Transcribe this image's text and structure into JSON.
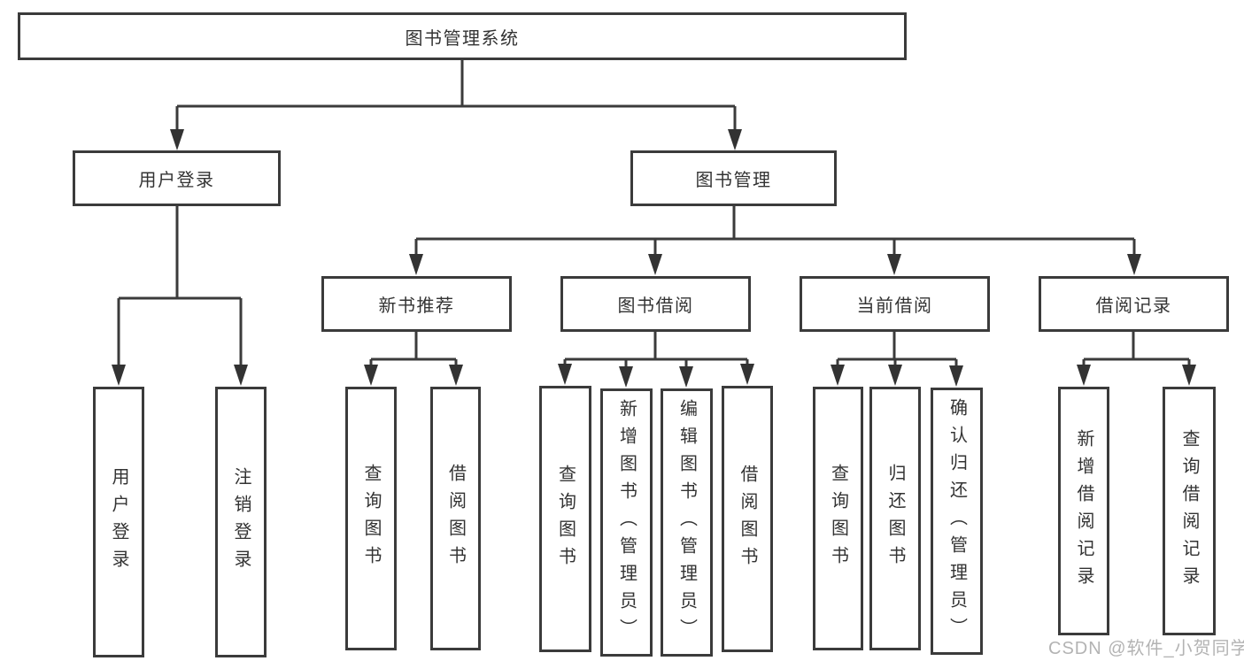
{
  "diagram": {
    "root": {
      "label": "图书管理系统"
    },
    "level2": [
      {
        "label": "用户登录"
      },
      {
        "label": "图书管理"
      }
    ],
    "level3": [
      {
        "label": "新书推荐",
        "parent": "图书管理"
      },
      {
        "label": "图书借阅",
        "parent": "图书管理"
      },
      {
        "label": "当前借阅",
        "parent": "图书管理"
      },
      {
        "label": "借阅记录",
        "parent": "图书管理"
      }
    ],
    "leaves": [
      {
        "label": "用户登录",
        "parent": "用户登录"
      },
      {
        "label": "注销登录",
        "parent": "用户登录"
      },
      {
        "label": "查询图书",
        "parent": "新书推荐"
      },
      {
        "label": "借阅图书",
        "parent": "新书推荐"
      },
      {
        "label": "查询图书",
        "parent": "图书借阅"
      },
      {
        "label": "新增图书（管理员）",
        "parent": "图书借阅"
      },
      {
        "label": "编辑图书（管理员）",
        "parent": "图书借阅"
      },
      {
        "label": "借阅图书",
        "parent": "图书借阅"
      },
      {
        "label": "查询图书",
        "parent": "当前借阅"
      },
      {
        "label": "归还图书",
        "parent": "当前借阅"
      },
      {
        "label": "确认归还（管理员）",
        "parent": "当前借阅"
      },
      {
        "label": "新增借阅记录",
        "parent": "借阅记录"
      },
      {
        "label": "查询借阅记录",
        "parent": "借阅记录"
      }
    ]
  },
  "watermark": {
    "text": "CSDN @软件_小贺同学"
  },
  "colors": {
    "line": "#3b3b3b",
    "text": "#333333",
    "watermark": "#b3b3b3",
    "background": "#ffffff"
  }
}
